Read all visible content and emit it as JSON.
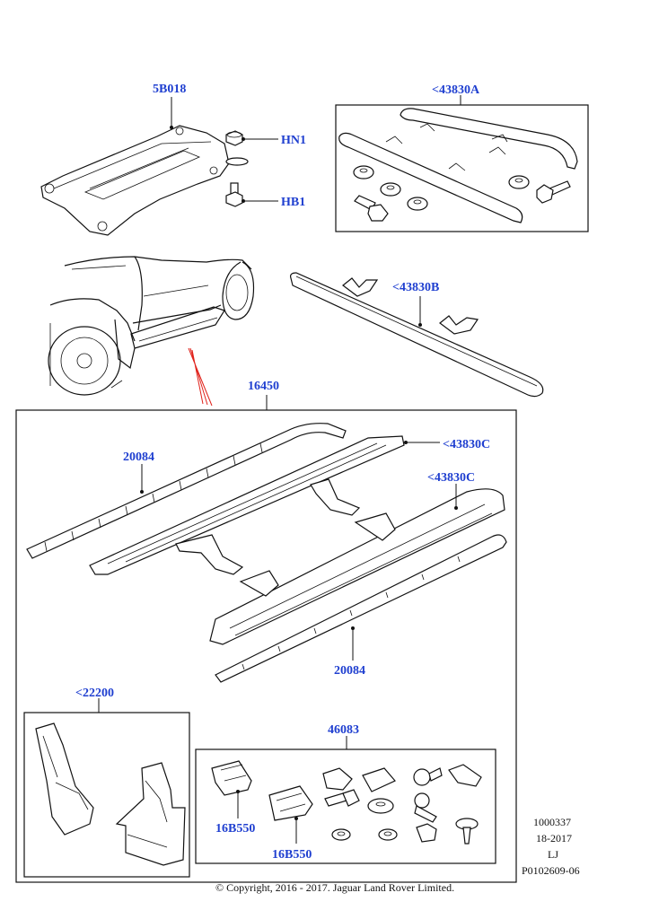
{
  "labels": {
    "skid_plate": "5B018",
    "hn1": "HN1",
    "hb1": "HB1",
    "kit_a": "<43830A",
    "kit_b": "<43830B",
    "assembly": "16450",
    "trim_upper": "20084",
    "step_c_upper": "<43830C",
    "step_c_lower": "<43830C",
    "trim_lower": "20084",
    "mudflaps": "<22200",
    "fixing_kit": "46083",
    "clip_a": "16B550",
    "clip_b": "16B550"
  },
  "meta": {
    "doc_number": "1000337",
    "date": "18-2017",
    "initials": "LJ",
    "illustration_id": "P0102609-06",
    "copyright": "© Copyright, 2016 - 2017. Jaguar Land Rover Limited."
  }
}
